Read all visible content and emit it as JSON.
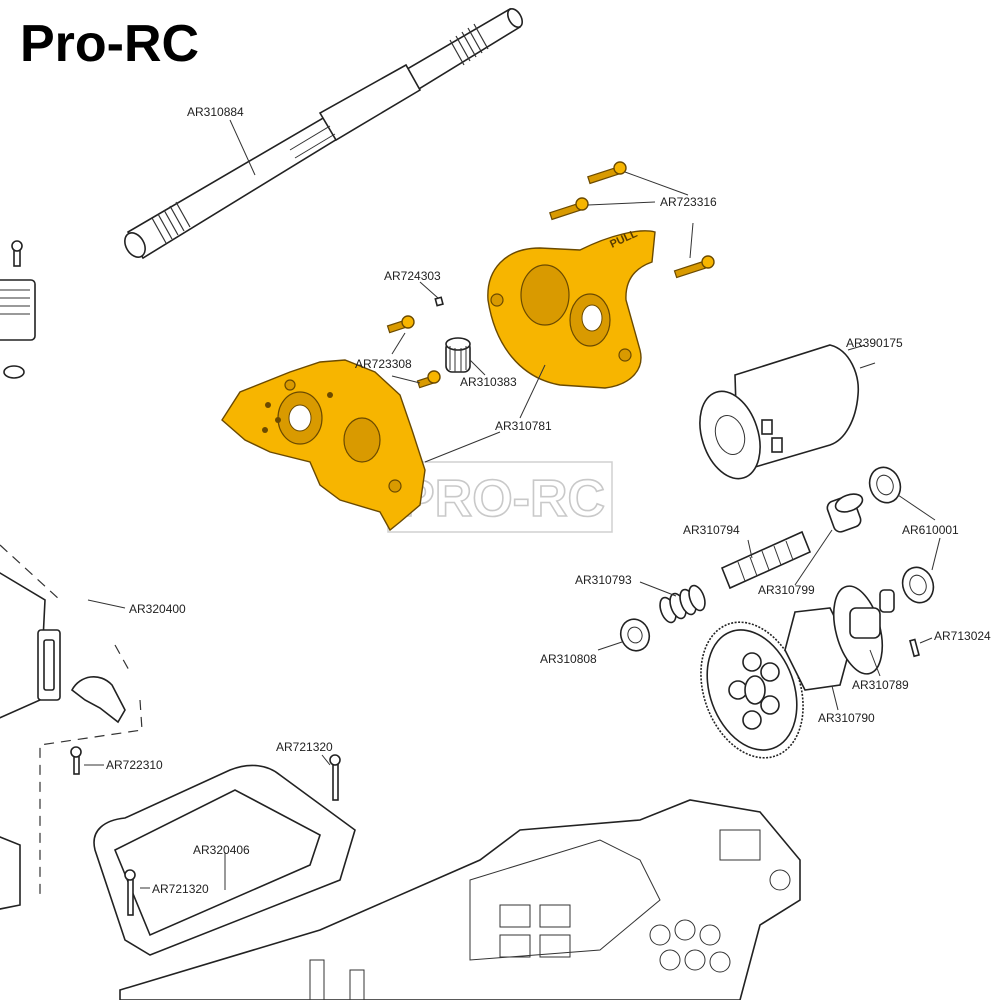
{
  "brand": {
    "title": "Pro-RC",
    "watermark": "PRO-RC"
  },
  "colors": {
    "highlight": "#f7b500",
    "outline": "#222222",
    "background": "#ffffff"
  },
  "parts": {
    "AR310884": "AR310884",
    "AR723316": "AR723316",
    "AR724303": "AR724303",
    "AR723308": "AR723308",
    "AR310383": "AR310383",
    "AR310781": "AR310781",
    "AR390175": "AR390175",
    "AR310794": "AR310794",
    "AR610001": "AR610001",
    "AR310793": "AR310793",
    "AR310799": "AR310799",
    "AR713024": "AR713024",
    "AR310808": "AR310808",
    "AR310789": "AR310789",
    "AR310790": "AR310790",
    "AR320400": "AR320400",
    "AR722310": "AR722310",
    "AR721320_top": "AR721320",
    "AR320406": "AR320406",
    "AR721320_left": "AR721320"
  },
  "embossed": {
    "pull": "PULL"
  }
}
